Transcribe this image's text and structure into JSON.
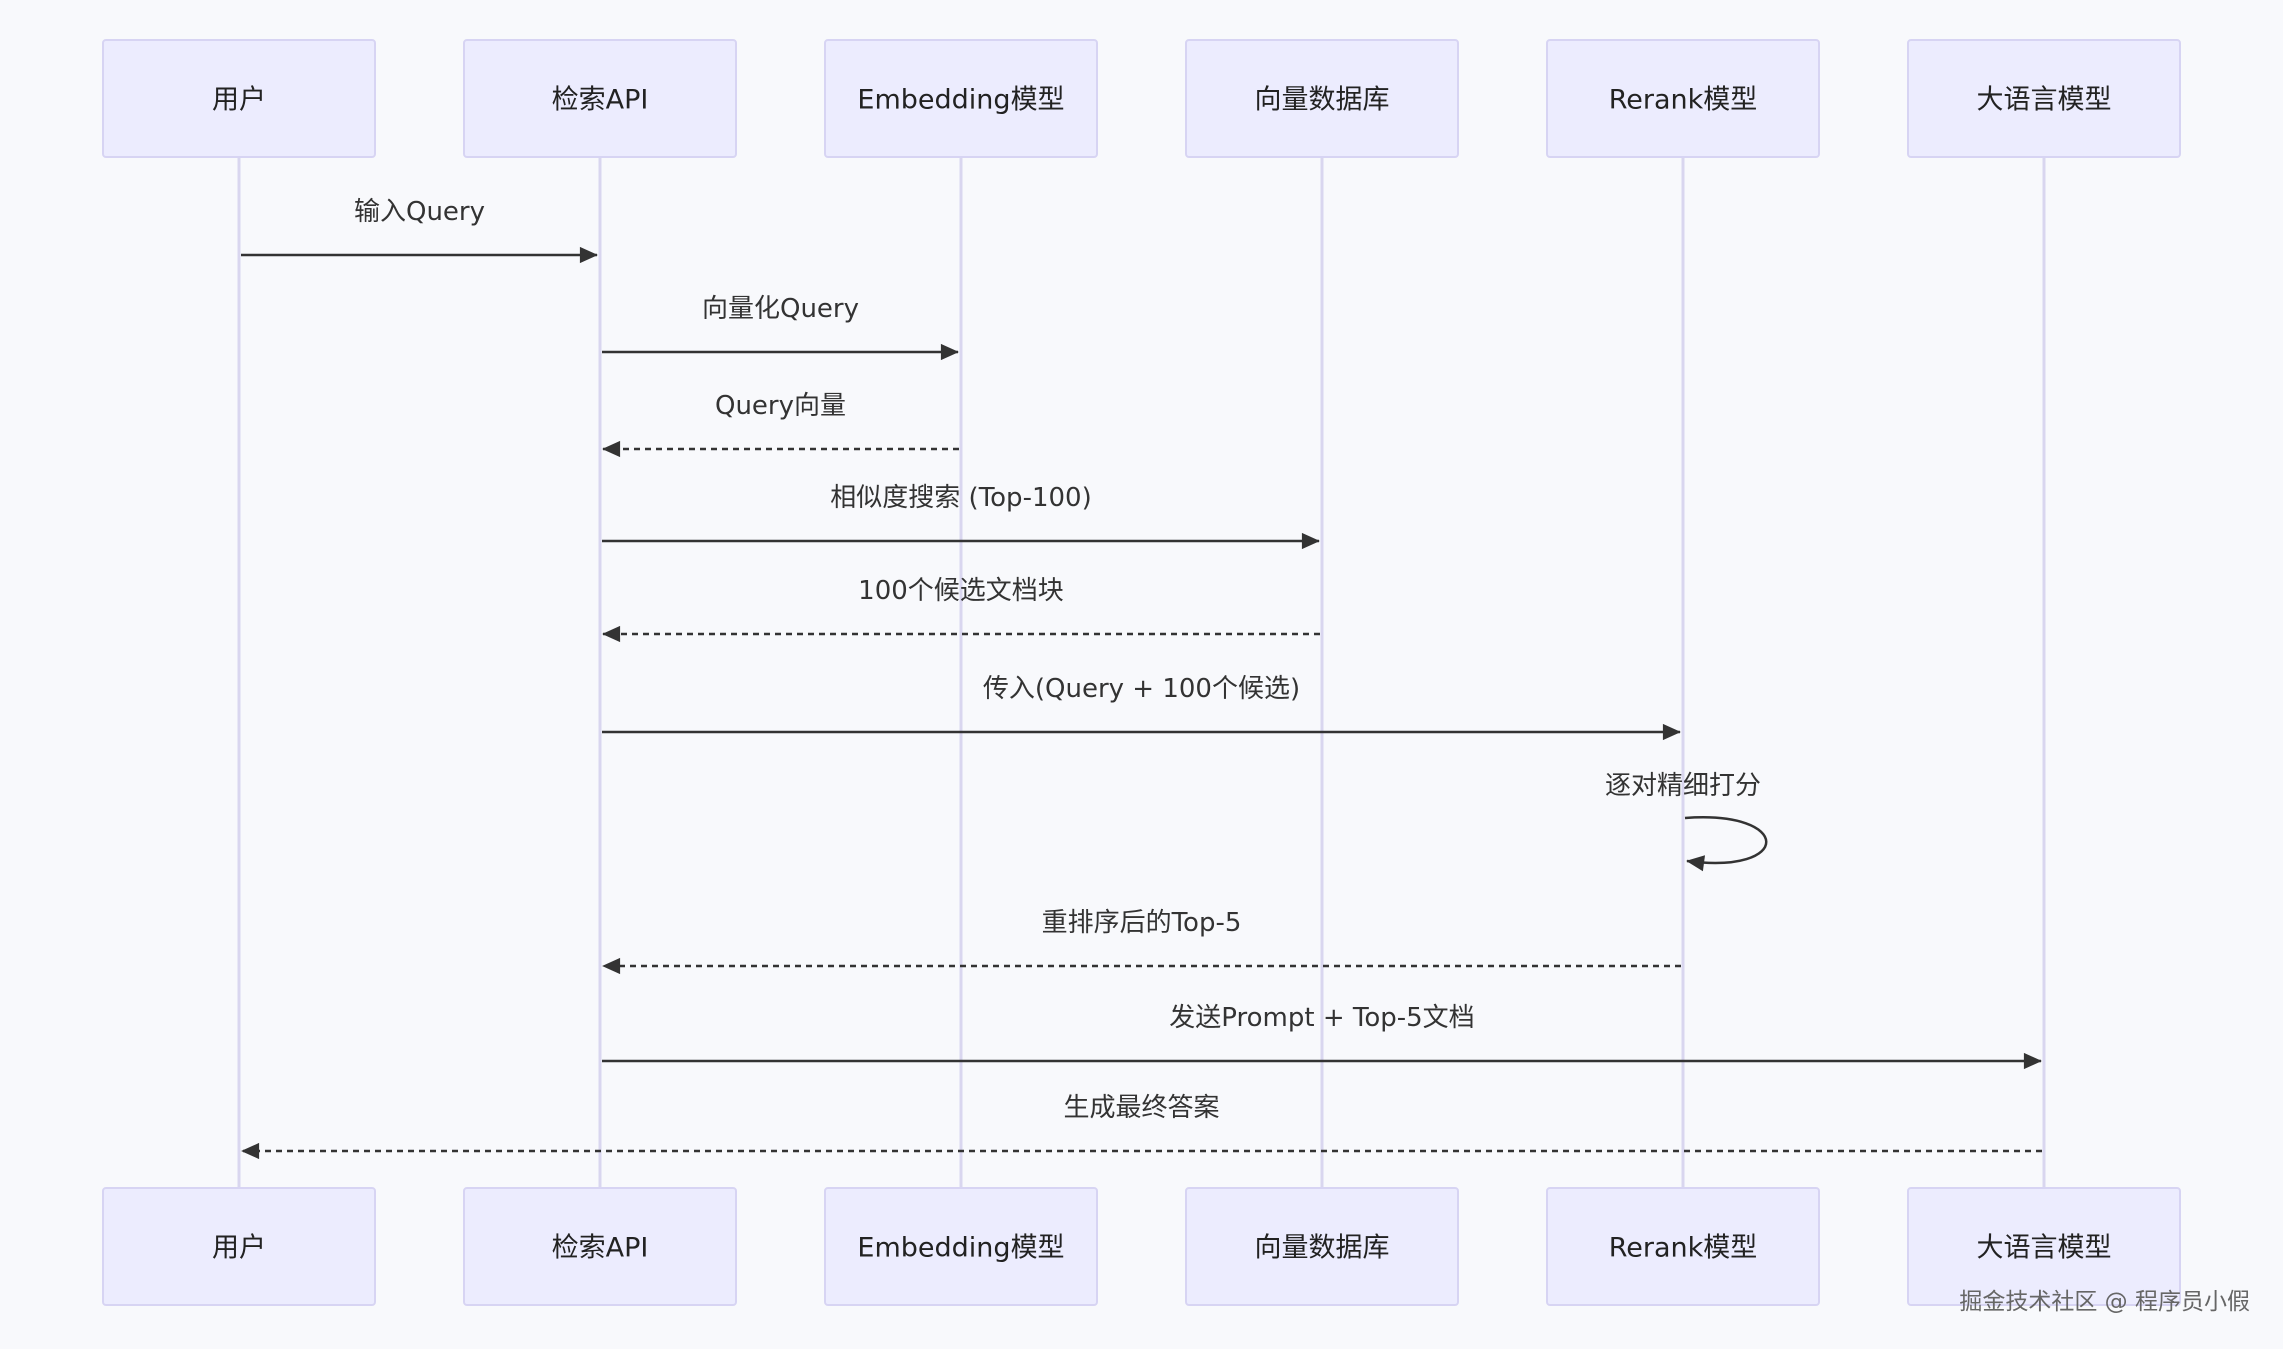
{
  "participants": [
    {
      "id": "user",
      "label": "用户"
    },
    {
      "id": "api",
      "label": "检索API"
    },
    {
      "id": "embed",
      "label": "Embedding模型"
    },
    {
      "id": "vdb",
      "label": "向量数据库"
    },
    {
      "id": "rerank",
      "label": "Rerank模型"
    },
    {
      "id": "llm",
      "label": "大语言模型"
    }
  ],
  "messages": [
    {
      "from": "user",
      "to": "api",
      "label": "输入Query",
      "style": "solid"
    },
    {
      "from": "api",
      "to": "embed",
      "label": "向量化Query",
      "style": "solid"
    },
    {
      "from": "embed",
      "to": "api",
      "label": "Query向量",
      "style": "dashed"
    },
    {
      "from": "api",
      "to": "vdb",
      "label": "相似度搜索 (Top-100)",
      "style": "solid"
    },
    {
      "from": "vdb",
      "to": "api",
      "label": "100个候选文档块",
      "style": "dashed"
    },
    {
      "from": "api",
      "to": "rerank",
      "label": "传入(Query + 100个候选)",
      "style": "solid"
    },
    {
      "from": "rerank",
      "to": "rerank",
      "label": "逐对精细打分",
      "style": "solid"
    },
    {
      "from": "rerank",
      "to": "api",
      "label": "重排序后的Top-5",
      "style": "dashed"
    },
    {
      "from": "api",
      "to": "llm",
      "label": "发送Prompt + Top-5文档",
      "style": "solid"
    },
    {
      "from": "llm",
      "to": "user",
      "label": "生成最终答案",
      "style": "dashed"
    }
  ],
  "watermark": "掘金技术社区 @ 程序员小假",
  "colors": {
    "box_fill": "#ececfe",
    "box_stroke": "#d7d4f3",
    "lifeline": "#d9d6ef",
    "arrow": "#333333",
    "background": "#f8f9fc"
  }
}
